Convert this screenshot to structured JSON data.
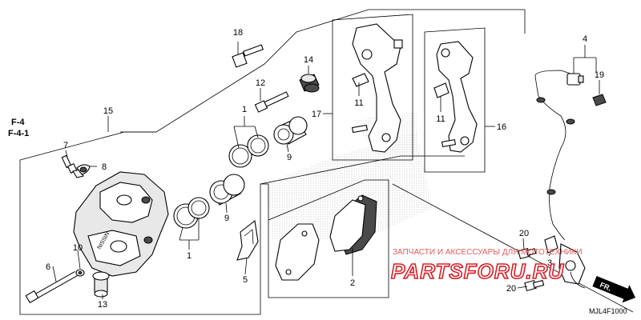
{
  "diagram": {
    "section_refs": [
      "F-4",
      "F-4-1"
    ],
    "callouts": {
      "c1a": "1",
      "c1b": "1",
      "c2": "2",
      "c3": "3",
      "c4": "4",
      "c5": "5",
      "c6": "6",
      "c7": "7",
      "c8": "8",
      "c9a": "9",
      "c9b": "9",
      "c10": "10",
      "c11a": "11",
      "c11b": "11",
      "c12": "12",
      "c13": "13",
      "c14": "14",
      "c15": "15",
      "c16": "16",
      "c17": "17",
      "c18": "18",
      "c19": "19",
      "c20a": "20",
      "c20b": "20"
    },
    "caliper_marking": "NISSIN",
    "direction_label": "FR.",
    "diagram_code": "MJL4F1000"
  },
  "watermark": {
    "tagline": "ЗАПЧАСТИ И АКСЕССУАРЫ ДЛЯ МОТОТЕХНИКИ",
    "logo": "PARTSFORU.RU",
    "accent_color": "#d81f26"
  }
}
